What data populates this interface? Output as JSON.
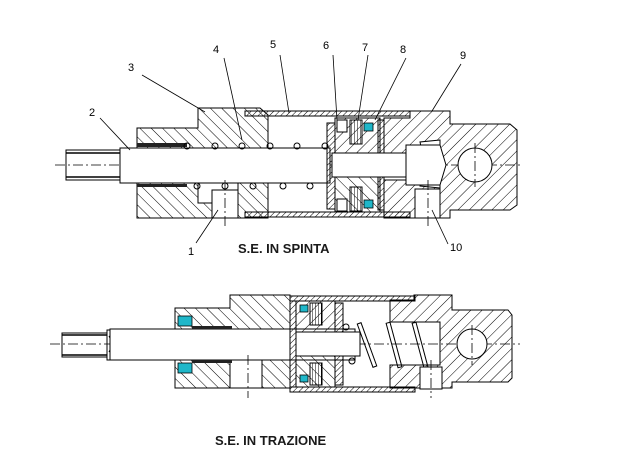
{
  "figure": {
    "description": "Sezione cilindro pneumatico a semplice effetto",
    "views": [
      {
        "id": "spinta",
        "title": "S.E. IN SPINTA",
        "part_labels": [
          "1",
          "2",
          "3",
          "4",
          "5",
          "6",
          "7",
          "8",
          "9",
          "10"
        ]
      },
      {
        "id": "trazione",
        "title": "S.E. IN TRAZIONE",
        "part_labels": []
      }
    ],
    "colors": {
      "line": "#000000",
      "seal": "#1fb7c9",
      "title": "#1a1a1a",
      "background": "#ffffff"
    }
  }
}
